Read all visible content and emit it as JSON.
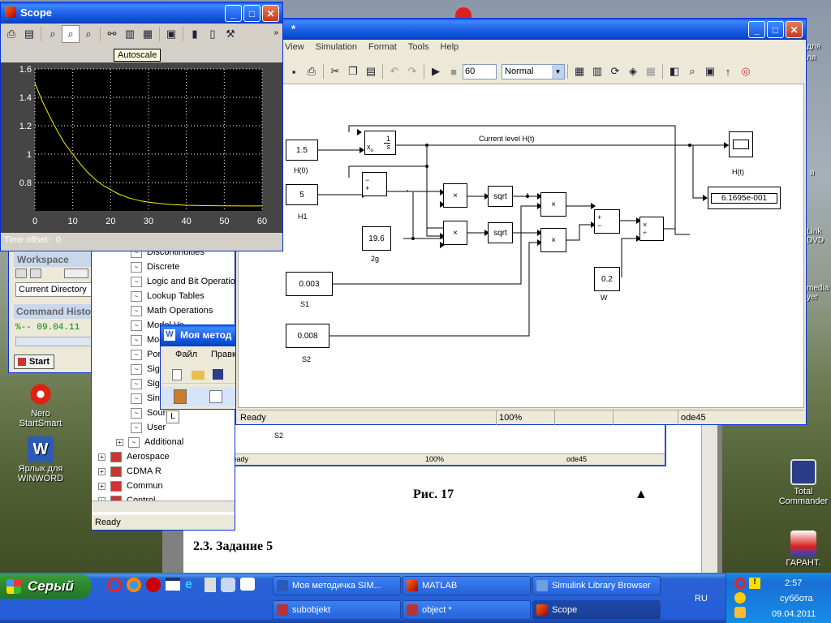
{
  "scope": {
    "title": "Scope",
    "autoscale": "Autoscale",
    "time_offset_label": "Time offset:",
    "time_offset_value": "0",
    "y_ticks": [
      "1.6",
      "1.4",
      "1.2",
      "1",
      "0.8"
    ],
    "x_ticks": [
      "0",
      "10",
      "20",
      "30",
      "40",
      "50",
      "60"
    ]
  },
  "chart_data": {
    "type": "line",
    "title": "",
    "xlabel": "",
    "ylabel": "",
    "xlim": [
      0,
      60
    ],
    "ylim": [
      0.6,
      1.6
    ],
    "grid": true,
    "x": [
      0,
      2,
      4,
      6,
      8,
      10,
      12,
      14,
      16,
      18,
      20,
      22,
      25,
      28,
      32,
      36,
      40,
      45,
      50,
      55,
      60
    ],
    "series": [
      {
        "values": [
          1.5,
          1.37,
          1.26,
          1.16,
          1.07,
          1.0,
          0.93,
          0.87,
          0.82,
          0.78,
          0.75,
          0.72,
          0.69,
          0.67,
          0.655,
          0.645,
          0.64,
          0.637,
          0.636,
          0.635,
          0.635
        ],
        "color": "#f2f200"
      }
    ]
  },
  "model": {
    "title_suffix": "*",
    "menus": [
      "View",
      "Simulation",
      "Format",
      "Tools",
      "Help"
    ],
    "stop_time": "60",
    "mode": "Normal",
    "status_ready": "Ready",
    "status_zoom": "100%",
    "status_solver": "ode45",
    "blocks": {
      "h0_value": "1.5",
      "h0_label": "H(0)",
      "h1_value": "5",
      "h1_label": "H1",
      "g_value": "19.6",
      "g_label": "2g",
      "s1_value": "0.003",
      "s1_label": "S1",
      "s2_value": "0.008",
      "s2_label": "S2",
      "w_value": "0.2",
      "w_label": "W",
      "integrator_num": "1",
      "integrator_den": "s",
      "integrator_x0": "x",
      "integrator_x0_sub": "o",
      "sqrt1": "sqrt",
      "sqrt2": "sqrt",
      "mult": "×",
      "div": "÷",
      "scope_label": "H(t)",
      "display_value": "6.1695e-001",
      "signal_label": "Current level H(t)",
      "minus": "−",
      "plus": "+"
    }
  },
  "matlab": {
    "workspace": "Workspace",
    "current_dir": "Current Directory",
    "command_history": "Command Histo",
    "history_line": "%-- 09.04.11",
    "start": "Start"
  },
  "library": {
    "items": [
      "Discontinuities",
      "Discrete",
      "Logic and Bit Operations",
      "Lookup Tables",
      "Math Operations",
      "Model Ve",
      "Model",
      "Ports",
      "Signal",
      "Signal",
      "Sinks",
      "Sources",
      "User",
      "Additional"
    ],
    "groups": [
      "Aerospace",
      "CDMA R",
      "Commun",
      "Control"
    ],
    "status": "Ready"
  },
  "word": {
    "title": "Моя метод",
    "menu_file": "Файл",
    "menu_edit": "Правк"
  },
  "doc": {
    "figure_caption": "Рис. 17",
    "triangle": "▲",
    "section": "2.3. Задание 5",
    "inner_label": "S2",
    "inner_ready": "Ready",
    "inner_zoom": "100%",
    "inner_solver": "ode45"
  },
  "desktop": {
    "icons": [
      {
        "label": "Nero StartSmart"
      },
      {
        "label": "Ярлык для WINWORD"
      },
      {
        "label": "Total Commander"
      },
      {
        "label": "ГАРАНТ."
      }
    ],
    "right_snips": [
      "для",
      "ля",
      "я",
      "Link DVD",
      "media yer"
    ]
  },
  "taskbar": {
    "start": "Серый",
    "tasks_top": [
      "Моя методичка SIM...",
      "MATLAB",
      "Simulink Library Browser"
    ],
    "tasks_bottom": [
      "subobjekt",
      "object *",
      "Scope"
    ],
    "lang": "RU",
    "time": "2:57",
    "day": "суббота",
    "date": "09.04.2011"
  }
}
